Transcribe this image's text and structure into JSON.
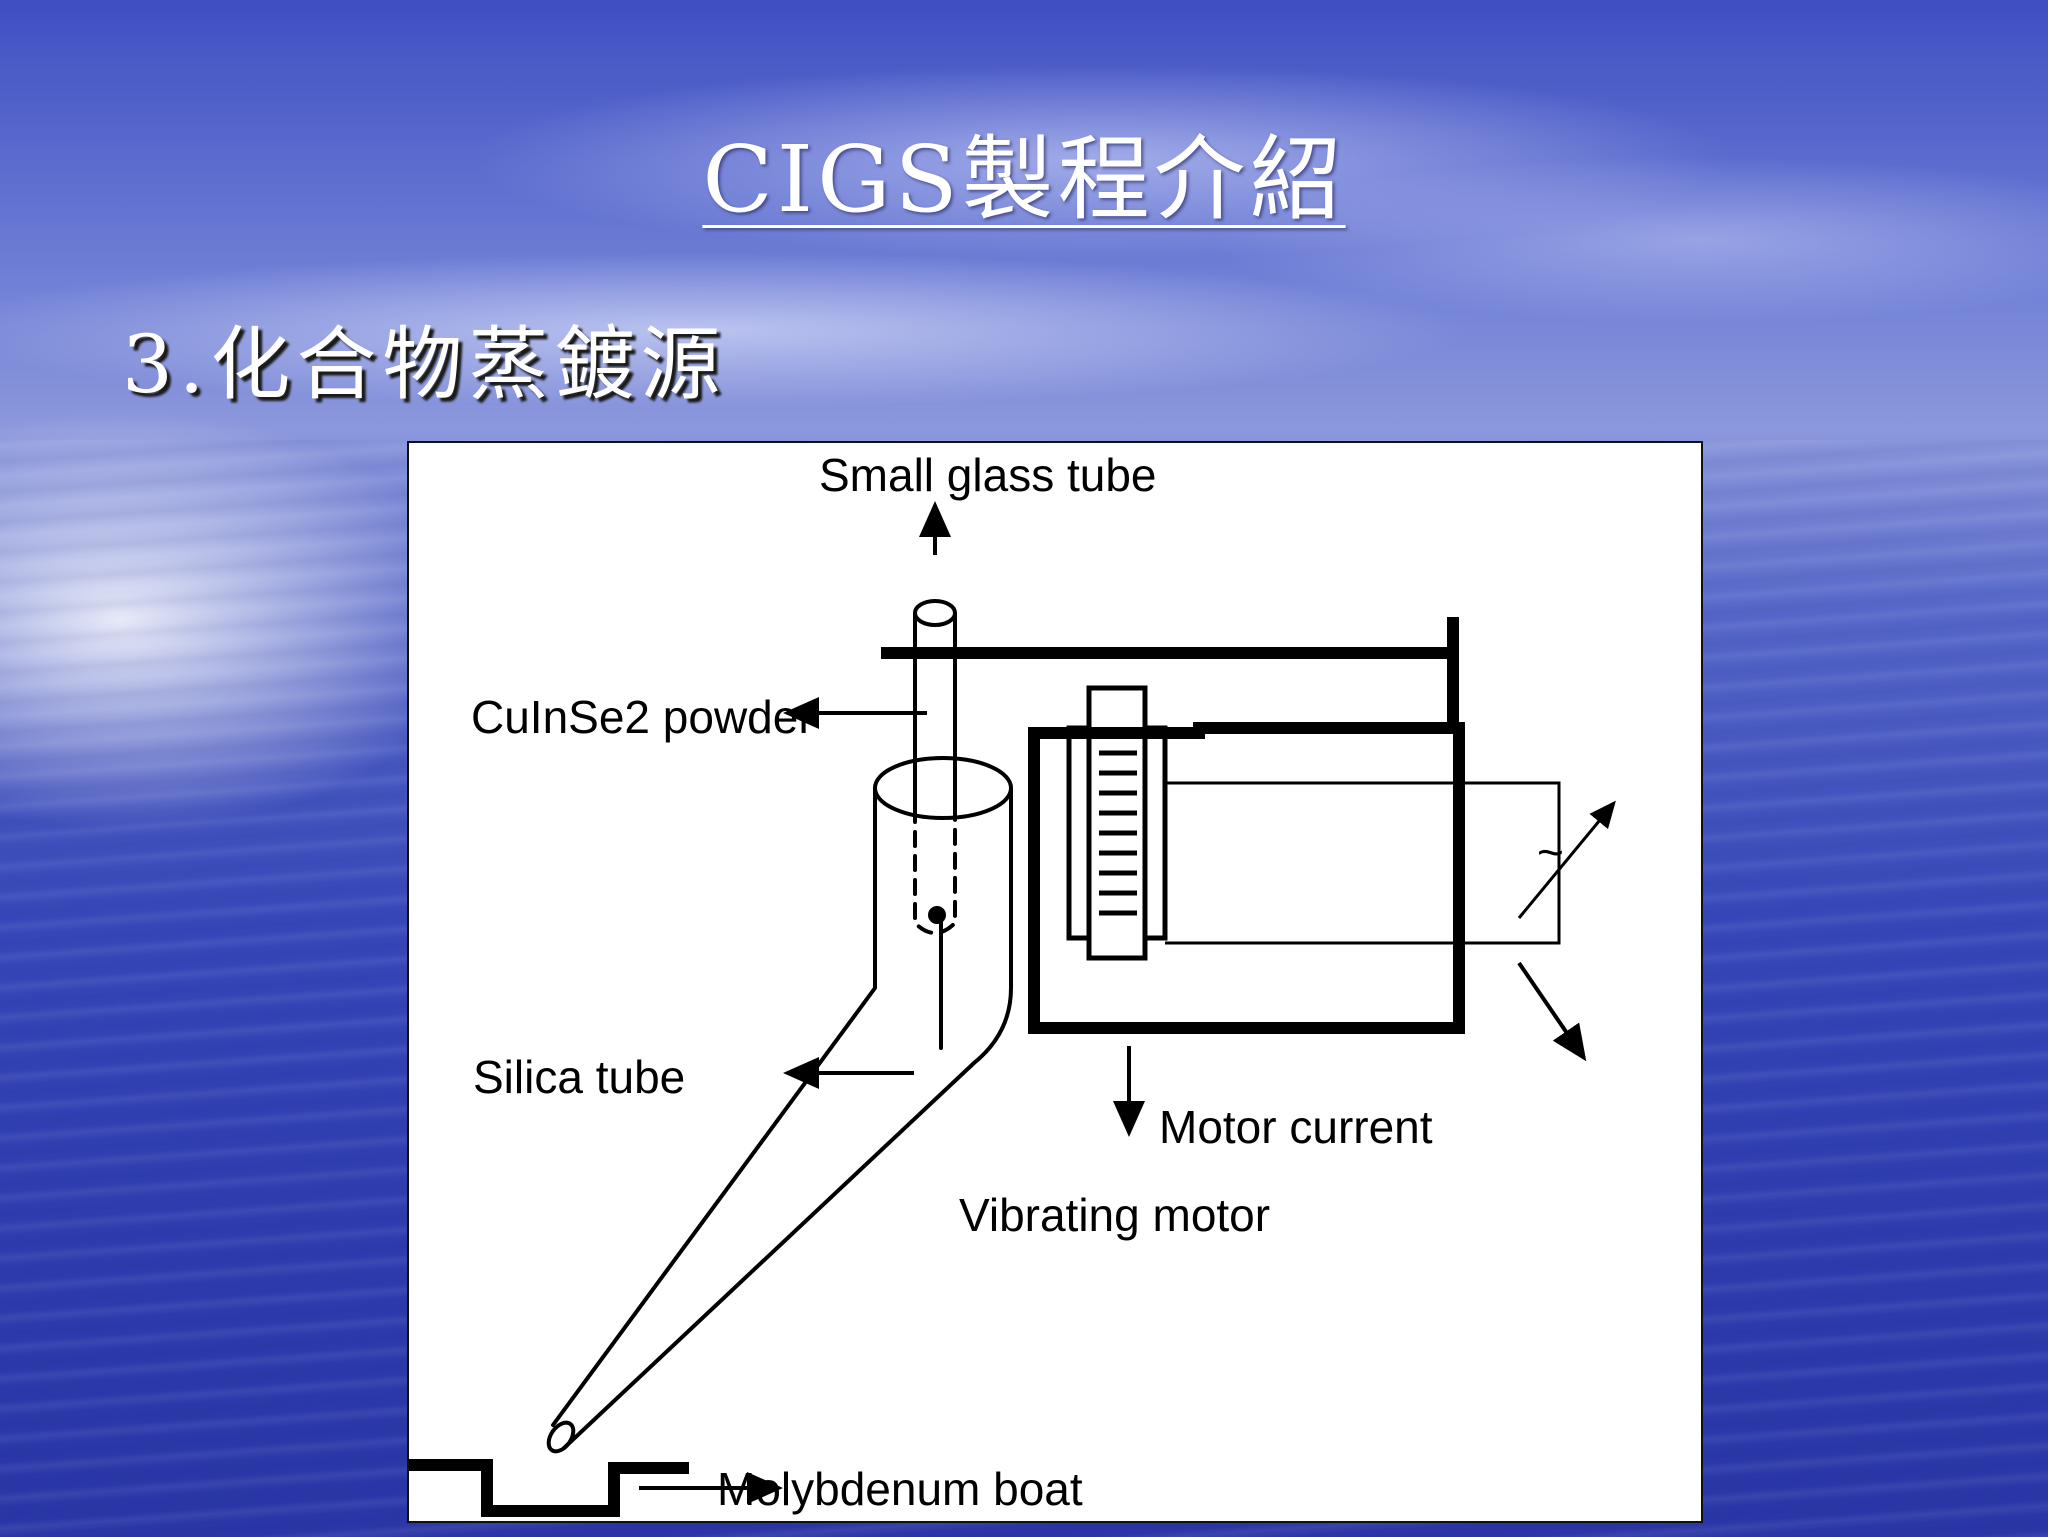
{
  "slide": {
    "title": "CIGS製程介紹",
    "section_heading": "3.化合物蒸鍍源"
  },
  "diagram": {
    "labels": {
      "small_glass_tube": "Small glass tube",
      "cuinse2_powder": "CuInSe2 powder",
      "silica_tube": "Silica tube",
      "motor_current": "Motor current",
      "vibrating_motor": "Vibrating motor",
      "molybdenum_boat": "Molybdenum boat",
      "ac_symbol": "~"
    }
  }
}
